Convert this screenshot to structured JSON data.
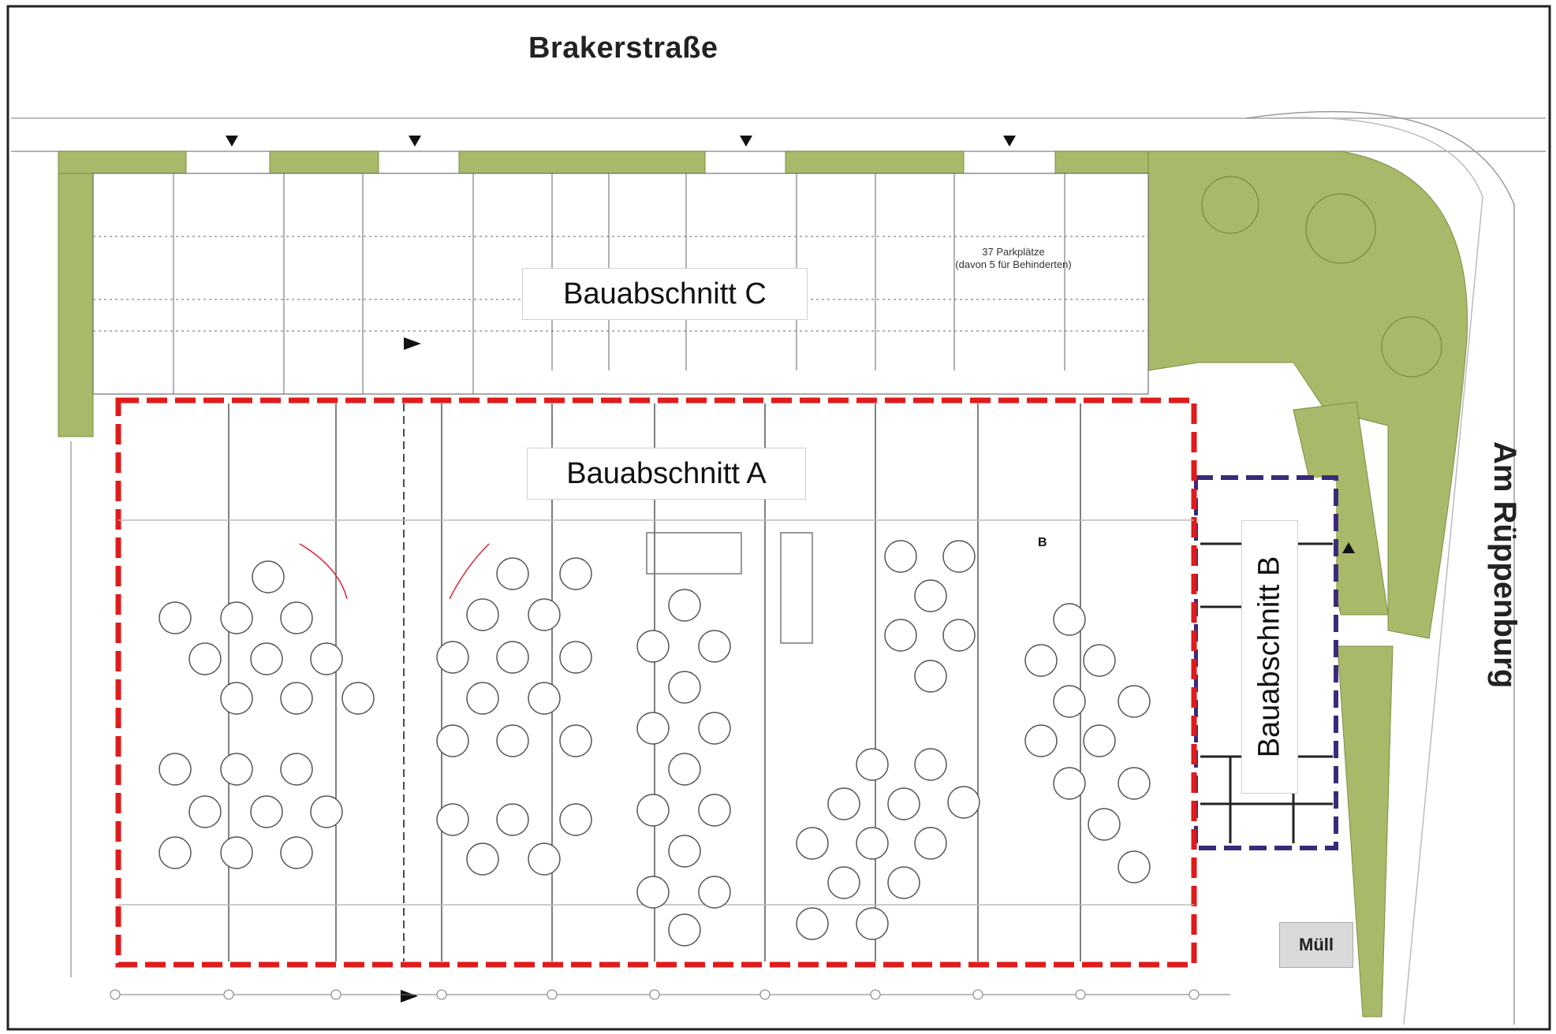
{
  "streets": {
    "top": "Brakerstraße",
    "side": "Am Rüppenburg"
  },
  "sections": {
    "a": "Bauabschnitt A",
    "b": "Bauabschnitt B",
    "c": "Bauabschnitt C"
  },
  "parking": {
    "line1": "37 Parkplätze",
    "line2": "(davon 5 für Behinderten)"
  },
  "waste": "Müll",
  "marker": "B",
  "colors": {
    "green": "#a8b96a",
    "section_a_border": "#e01b1b",
    "section_b_border": "#3a2a7a",
    "lines": "#555555"
  }
}
